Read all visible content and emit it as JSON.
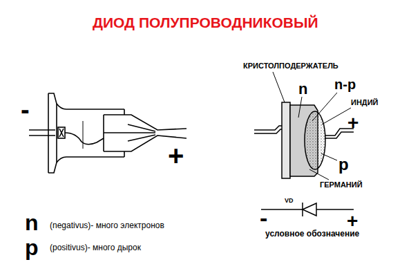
{
  "diagram": {
    "title": "ДИОД ПОЛУПРОВОДНИКОВЫЙ",
    "labels": [
      "-",
      "+",
      "КРИСТОЛПОДЕРЖАТЕЛЬ",
      "n",
      "n-p",
      "ИНДИЙ",
      "+",
      "p",
      "ГЕРМАНИЙ",
      "VD",
      "-",
      "+",
      "условное обозначение",
      "n",
      "(negativus)- много электронов",
      "p",
      "(positivus)- много дырок"
    ]
  }
}
